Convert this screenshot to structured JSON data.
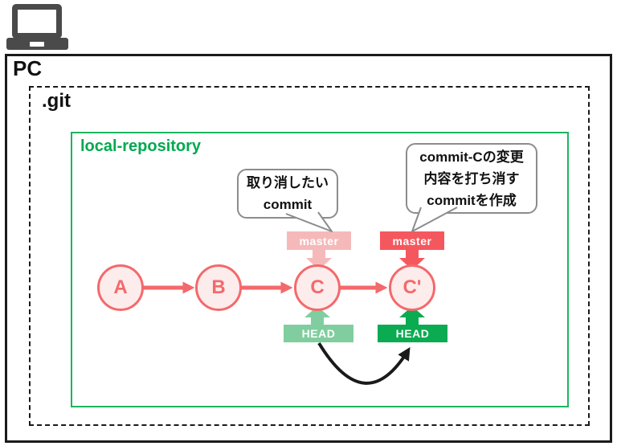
{
  "device": {
    "label": "PC"
  },
  "git_folder": {
    "label": ".git"
  },
  "repository": {
    "label": "local-repository"
  },
  "callouts": {
    "undo": {
      "lines": [
        "取り消したい",
        "commit"
      ]
    },
    "revert": {
      "lines": [
        "commit-Cの変更",
        "内容を打ち消す",
        "commitを作成"
      ]
    }
  },
  "commits": [
    {
      "label": "A"
    },
    {
      "label": "B"
    },
    {
      "label": "C"
    },
    {
      "label": "C'"
    }
  ],
  "branch_pointers": [
    {
      "label": "master",
      "state": "faded",
      "points_to": "C"
    },
    {
      "label": "master",
      "state": "active",
      "points_to": "C'"
    }
  ],
  "head_pointers": [
    {
      "label": "HEAD",
      "state": "faded",
      "points_to": "C"
    },
    {
      "label": "HEAD",
      "state": "active",
      "points_to": "C'"
    }
  ],
  "colors": {
    "accent_red": "#f4696b",
    "accent_red_fill": "#fdecec",
    "master_active": "#f4585e",
    "master_faded": "#f6b9ba",
    "head_active": "#0aab51",
    "head_faded": "#80ce9f",
    "repo_green": "#00a94f",
    "repo_border": "#1db55f",
    "bubble_border": "#8c8c8c",
    "box_border": "#1a1a1a",
    "laptop_gray": "#4a4a4a",
    "connector_black": "#1a1a1a"
  }
}
